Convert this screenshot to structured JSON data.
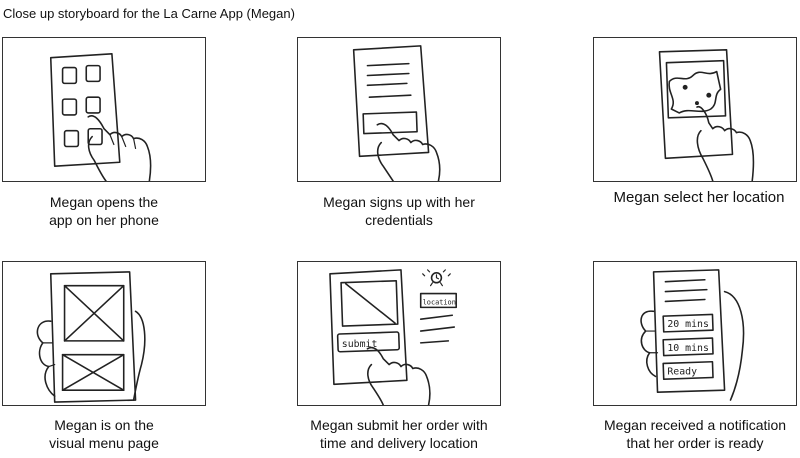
{
  "title": "Close up storyboard for the La Carne App (Megan)",
  "panels": [
    {
      "caption": "Megan opens the\napp on her phone"
    },
    {
      "caption": "Megan signs up with her\ncredentials"
    },
    {
      "caption": "Megan select her location"
    },
    {
      "caption": "Megan is on the\nvisual menu page"
    },
    {
      "caption": "Megan submit her order with\ntime and delivery location"
    },
    {
      "caption": "Megan received a notification\nthat her order is ready"
    }
  ],
  "sketch_text": {
    "submit": "submit",
    "location": "location",
    "time_1": "20 mins",
    "time_2": "10 mins",
    "ready": "Ready"
  }
}
